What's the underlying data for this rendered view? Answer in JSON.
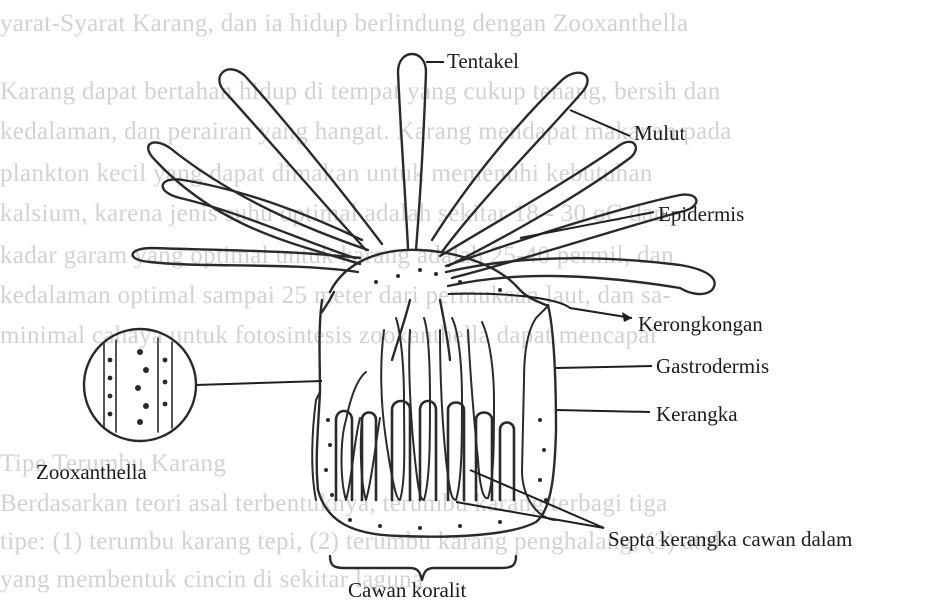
{
  "background_text": [
    "yarat-Syarat Karang, dan ia hidup berlindung dengan Zooxanthella",
    "Karang dapat bertahan hidup di tempat yang cukup tenang, bersih dan",
    "kedalaman, dan perairan yang hangat. Karang mendapat makanan pada",
    "plankton kecil yang dapat dimakan untuk memenuhi kebutuhan",
    "kalsium, karena jenis suhu optimal adalah sekitar 18 - 30 oC dan",
    "kadar garam yang optimal untuk karang adalah 25-40 permil, dan",
    "kedalaman optimal sampai 25 meter dari permukaan laut, dan sa-",
    "minimal cahaya untuk fotosintesis zooxanthella dapat mencapai",
    "",
    "",
    "Tipe Terumbu Karang",
    "",
    "Berdasarkan teori asal terbentuknya, terumbu karang terbagi tiga",
    "tipe: (1) terumbu karang tepi, (2) terumbu karang penghalang, (3) atol",
    "yang membentuk cincin di sekitar laguna"
  ],
  "labels": {
    "tentakel": "Tentakel",
    "mulut": "Mulut",
    "epidermis": "Epidermis",
    "kerongkongan": "Kerongkongan",
    "gastrodermis": "Gastrodermis",
    "kerangka": "Kerangka",
    "zooxanthella": "Zooxanthella",
    "septa": "Septa kerangka cawan dalam",
    "cawan": "Cawan koralit"
  }
}
